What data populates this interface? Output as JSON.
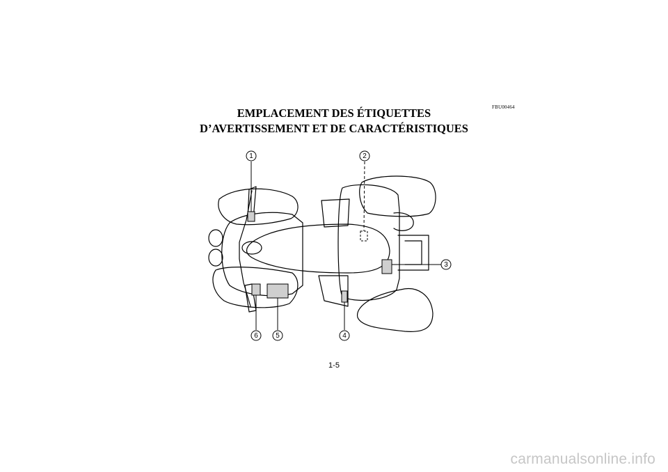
{
  "doc": {
    "code": "FBU00464",
    "title_line1": "EMPLACEMENT DES ÉTIQUETTES",
    "title_line2": "D’AVERTISSEMENT ET DE CARACTÉRISTIQUES",
    "page_number": "1-5",
    "watermark": "carmanualsonline.info"
  },
  "diagram": {
    "callouts": [
      "1",
      "2",
      "3",
      "4",
      "5",
      "6"
    ],
    "label_fill": "#cfcfcf"
  }
}
